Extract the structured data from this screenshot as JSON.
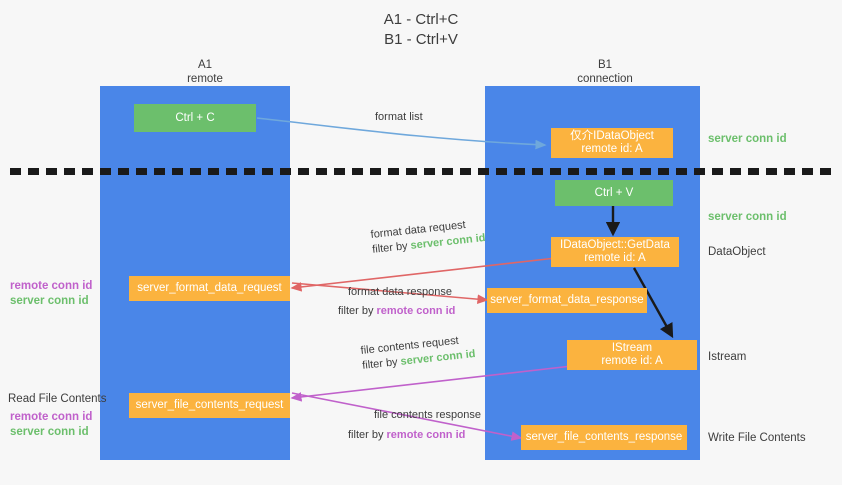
{
  "title": {
    "line1": "A1 - Ctrl+C",
    "line2": "B1 - Ctrl+V"
  },
  "columns": [
    {
      "name": "A1",
      "sub": "remote"
    },
    {
      "name": "B1",
      "sub": "connection"
    }
  ],
  "nodes": {
    "ctrl_c": {
      "label": "Ctrl + C",
      "color": "#6cbf6c"
    },
    "idataobject_top": {
      "line1": "仅介IDataObject",
      "line2": "remote id: A",
      "color": "#fbb33f"
    },
    "ctrl_v": {
      "label": "Ctrl + V",
      "color": "#6cbf6c"
    },
    "getdata": {
      "line1": "IDataObject::GetData",
      "line2": "remote id: A",
      "color": "#fbb33f"
    },
    "server_format_data_request": {
      "label": "server_format_data_request",
      "color": "#fbb33f"
    },
    "server_format_data_response": {
      "label": "server_format_data_response",
      "color": "#fbb33f"
    },
    "istream": {
      "line1": "IStream",
      "line2": "remote id: A",
      "color": "#fbb33f"
    },
    "server_file_contents_request": {
      "label": "server_file_contents_request",
      "color": "#fbb33f"
    },
    "server_file_contents_response": {
      "label": "server_file_contents_response",
      "color": "#fbb33f"
    }
  },
  "edges": {
    "format_list": {
      "label": "format list",
      "color": "#6fa8dc"
    },
    "format_data_request": {
      "line1": "format data request",
      "filter_prefix": "filter by ",
      "filter_value": "server conn id",
      "color": "#e06666"
    },
    "format_data_response": {
      "line1": "format data response",
      "filter_prefix": "filter by ",
      "filter_value": "remote conn id",
      "color": "#e06666"
    },
    "file_contents_request": {
      "line1": "file contents request",
      "filter_prefix": "filter by ",
      "filter_value": "server conn id",
      "color": "#c061cb"
    },
    "file_contents_response": {
      "line1": "file contents response",
      "filter_prefix": "filter by ",
      "filter_value": "remote conn id",
      "color": "#c061cb"
    }
  },
  "right_labels": {
    "server_conn_id_top": "server conn id",
    "server_conn_id_mid": "server conn id",
    "dataobject": "DataObject",
    "istream": "Istream",
    "write_file_contents": "Write File Contents"
  },
  "left_labels": {
    "remote_conn_id_1": "remote conn id",
    "server_conn_id_1": "server conn id",
    "read_file_contents": "Read File Contents",
    "remote_conn_id_2": "remote conn id",
    "server_conn_id_2": "server conn id"
  },
  "colors": {
    "lane": "#4a86e8",
    "green": "#6cbf6c",
    "orange": "#fbb33f",
    "red_arrow": "#e06666",
    "magenta_arrow": "#c061cb",
    "blue_arrow": "#6fa8dc",
    "dark_arrow": "#1a1a1a",
    "background": "#f7f7f7"
  }
}
